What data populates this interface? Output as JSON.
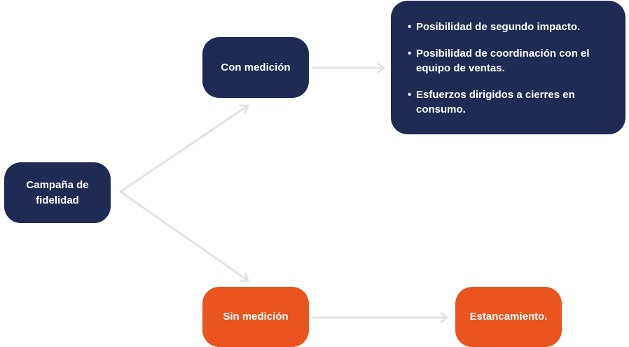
{
  "nodes": {
    "start": {
      "label": "Campaña de fidelidad"
    },
    "con_medicion": {
      "label": "Con medición"
    },
    "sin_medicion": {
      "label": "Sin medición"
    },
    "estancamiento": {
      "label": "Estancamiento."
    },
    "benefits": {
      "items": [
        "Posibilidad de segundo impacto.",
        "Posibilidad de coordinación con el equipo de ventas.",
        "Esfuerzos dirigidos a cierres en consumo."
      ]
    }
  },
  "colors": {
    "navy": "#1f2b52",
    "orange": "#e9541f",
    "arrow": "#e3e3e3"
  }
}
